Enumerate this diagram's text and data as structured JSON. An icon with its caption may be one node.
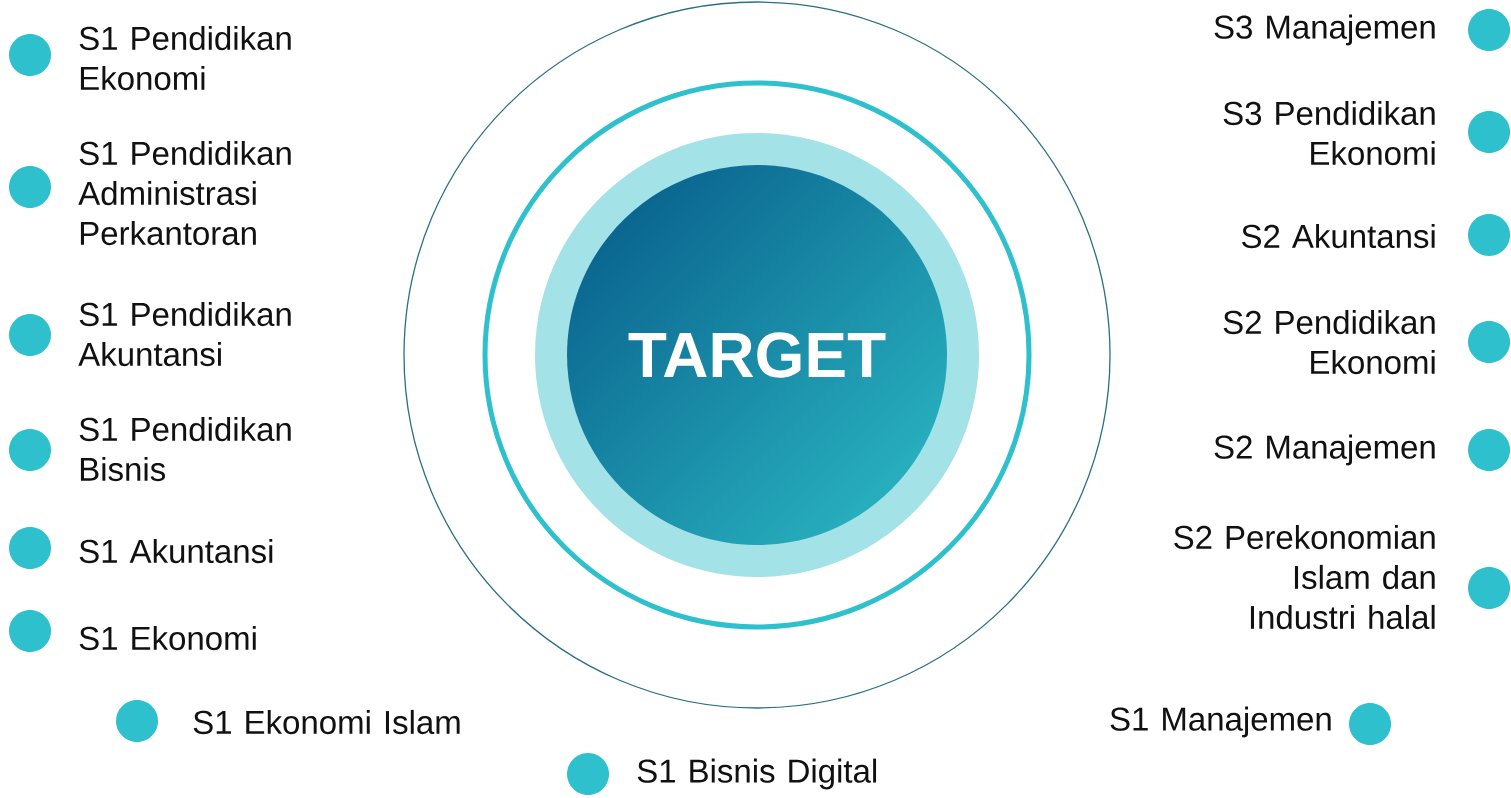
{
  "diagram": {
    "nodes": [
      {
        "text": [
          "TARGET"
        ]
      }
    ],
    "labels": [
      "S1 Pendidikan Ekonomi",
      "S1 Pendidikan Administrasi Perkantoran",
      "S1 Pendidikan Akuntansi",
      "S1 Pendidikan Bisnis",
      "S1 Akuntansi",
      "S1 Ekonomi",
      "S1 Ekonomi Islam",
      "S1 Bisnis Digital",
      "S3 Manajemen",
      "S3 Pendidikan Ekonomi",
      "S2 Akuntansi",
      "S2 Pendidikan Ekonomi",
      "S2 Manajemen",
      "S2 Perekonomian Islam dan Industri halal",
      "S1 Manajemen"
    ]
  }
}
